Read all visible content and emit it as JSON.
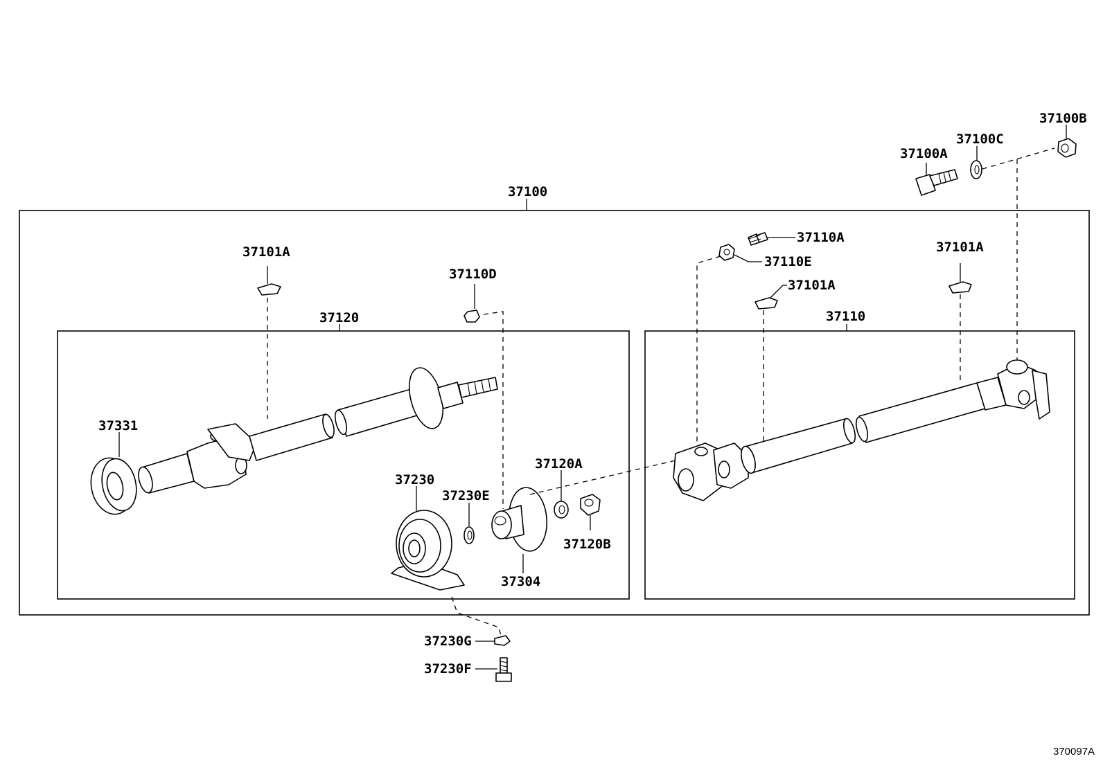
{
  "diagram_id": "370097A",
  "assemblies": {
    "outer": "37100",
    "front_shaft": "37120",
    "rear_shaft": "37110"
  },
  "parts": {
    "p37100A": "37100A",
    "p37100B": "37100B",
    "p37100C": "37100C",
    "p37101A_1": "37101A",
    "p37101A_2": "37101A",
    "p37101A_3": "37101A",
    "p37110A": "37110A",
    "p37110D": "37110D",
    "p37110E": "37110E",
    "p37120A": "37120A",
    "p37120B": "37120B",
    "p37230": "37230",
    "p37230E": "37230E",
    "p37230F": "37230F",
    "p37230G": "37230G",
    "p37304": "37304",
    "p37331": "37331"
  }
}
